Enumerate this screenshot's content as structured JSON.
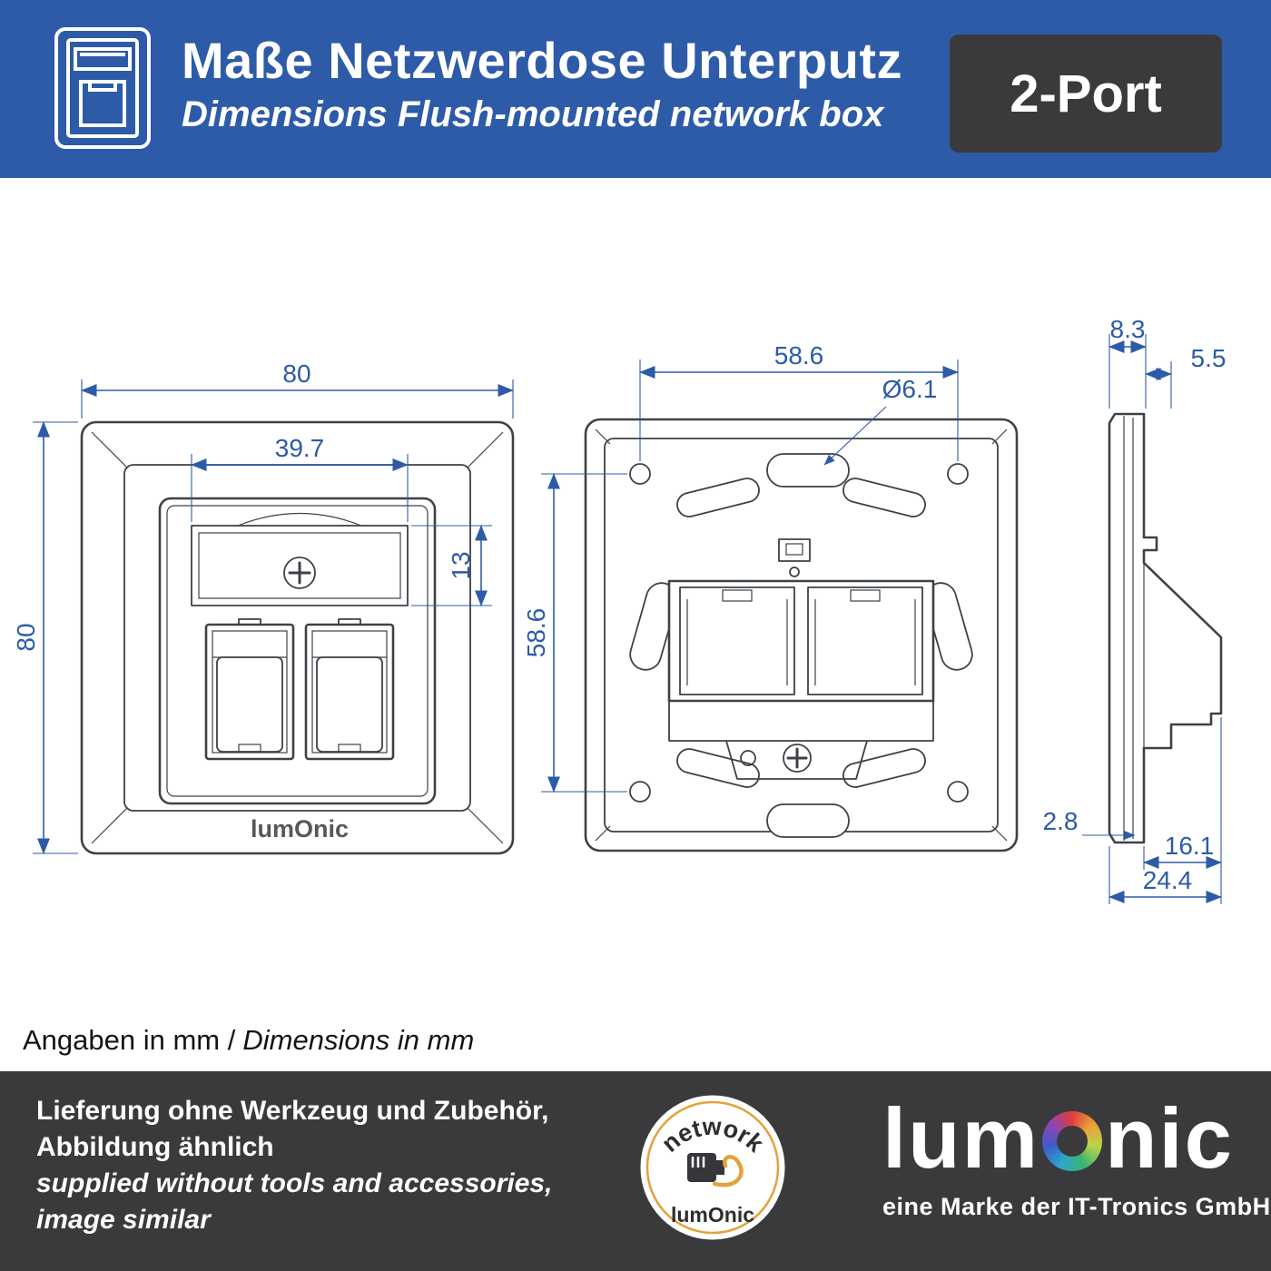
{
  "header": {
    "title": "Maße Netzwerdose Unterputz",
    "subtitle": "Dimensions Flush-mounted network box",
    "port_badge": "2-Port"
  },
  "drawing": {
    "front": {
      "width": "80",
      "height": "80",
      "label_width": "39.7",
      "label_height": "13",
      "brand": "lumOnic"
    },
    "back": {
      "width": "58.6",
      "height": "58.6",
      "hole_diameter": "Ø6.1"
    },
    "side": {
      "frame_depth": "8.3",
      "front_depth": "5.5",
      "lip": "2.8",
      "housing_depth": "16.1",
      "total_depth": "24.4"
    },
    "note_de": "Angaben in mm /",
    "note_en": "Dimensions in mm"
  },
  "footer": {
    "line1": "Lieferung ohne Werkzeug und Zubehör,",
    "line2": "Abbildung ähnlich",
    "line3": "supplied without tools and accessories,",
    "line4": "image similar",
    "badge": {
      "top": "network",
      "brand": "lumOnic"
    },
    "logo_pre": "lum",
    "logo_post": "nic",
    "tagline": "eine Marke der IT-Tronics GmbH"
  },
  "colors": {
    "header_blue": "#2d5ba7",
    "panel_dark": "#3a3a3c",
    "dimension_blue": "#2d5ba7",
    "line_dark": "#3d4247",
    "accent_gold": "#e2a23b"
  }
}
